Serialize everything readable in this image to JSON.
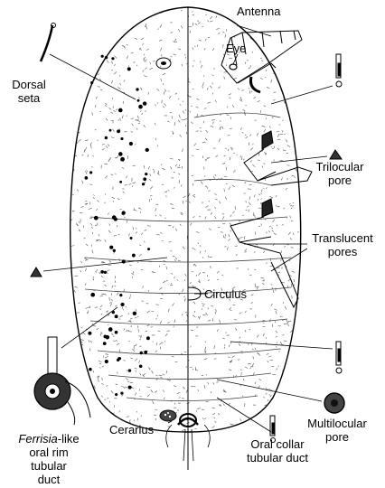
{
  "colors": {
    "ink": "#000000",
    "paper": "#ffffff",
    "stipple": "#555555"
  },
  "labels": {
    "antenna": "Antenna",
    "eye": "Eye",
    "dorsal_seta": [
      "Dorsal",
      "seta"
    ],
    "trilocular_pore": [
      "Trilocular",
      "pore"
    ],
    "translucent_pores": [
      "Translucent",
      "pores"
    ],
    "circulus": "Circulus",
    "ferrisia_italic": "Ferrisia",
    "ferrisia_rest": "-like",
    "ferrisia_lines": [
      "oral rim",
      "tubular",
      "duct"
    ],
    "cerarius": "Cerarius",
    "oral_collar": [
      "Oral collar",
      "tubular duct"
    ],
    "multilocular_pore": [
      "Multilocular",
      "pore"
    ]
  }
}
